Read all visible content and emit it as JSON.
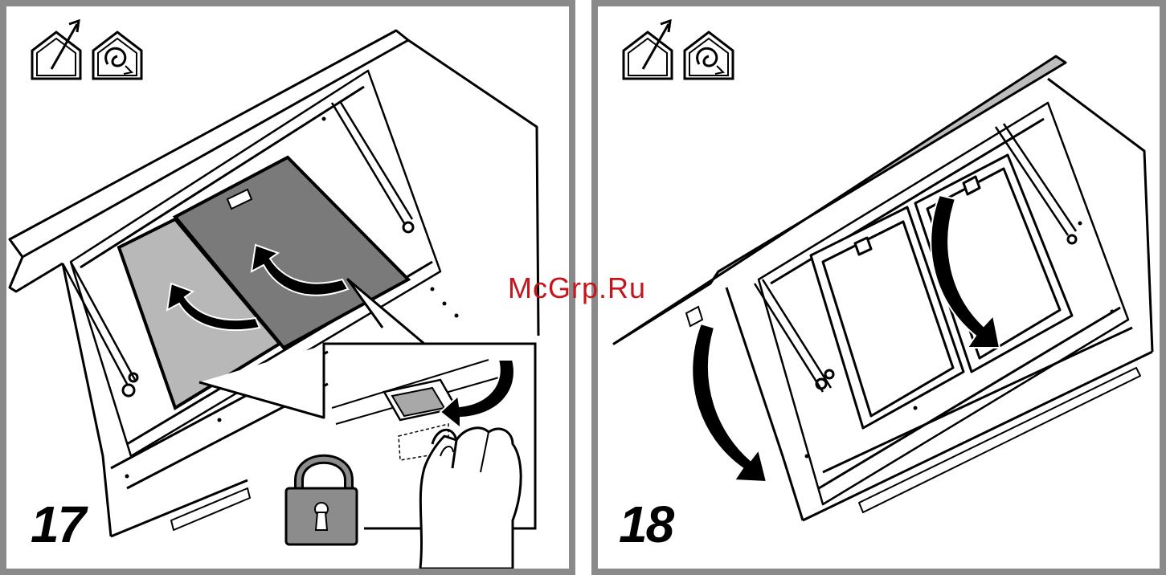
{
  "steps": [
    {
      "number": "17",
      "icons": [
        "ducted-extraction-icon",
        "recirculation-icon"
      ]
    },
    {
      "number": "18",
      "icons": [
        "ducted-extraction-icon",
        "recirculation-icon"
      ]
    }
  ],
  "watermark": "McGrp.Ru",
  "colors": {
    "frame": "#8a8a8a",
    "line": "#000000",
    "filter_light": "#b8b8b8",
    "filter_dark": "#7a7a7a",
    "panel_gray": "#bdbdbd",
    "lock_body": "#8c8c8c",
    "watermark": "#c4161c"
  }
}
